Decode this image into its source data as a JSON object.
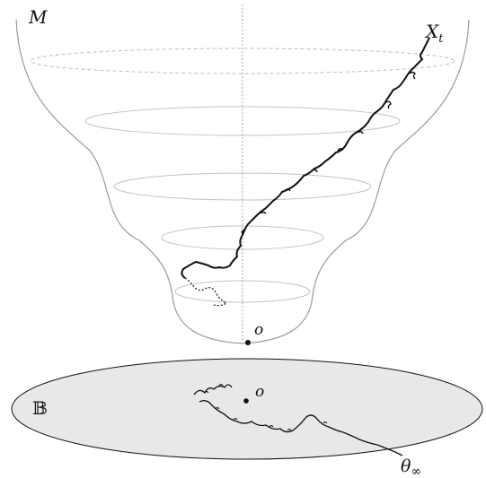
{
  "labels": {
    "manifold": "M",
    "process": "X",
    "process_sub": "t",
    "origin_top": "o",
    "disk": "𝔹",
    "origin_disk": "o",
    "limit_angle": "θ",
    "limit_angle_sub": "∞"
  },
  "colors": {
    "background": "#ffffff",
    "surface_outline": "#9a9a9a",
    "level_ring": "#b8b8b8",
    "axis": "#9a9a9a",
    "path": "#111111",
    "disk_fill": "#e8e8e8",
    "disk_outline": "#111111"
  }
}
